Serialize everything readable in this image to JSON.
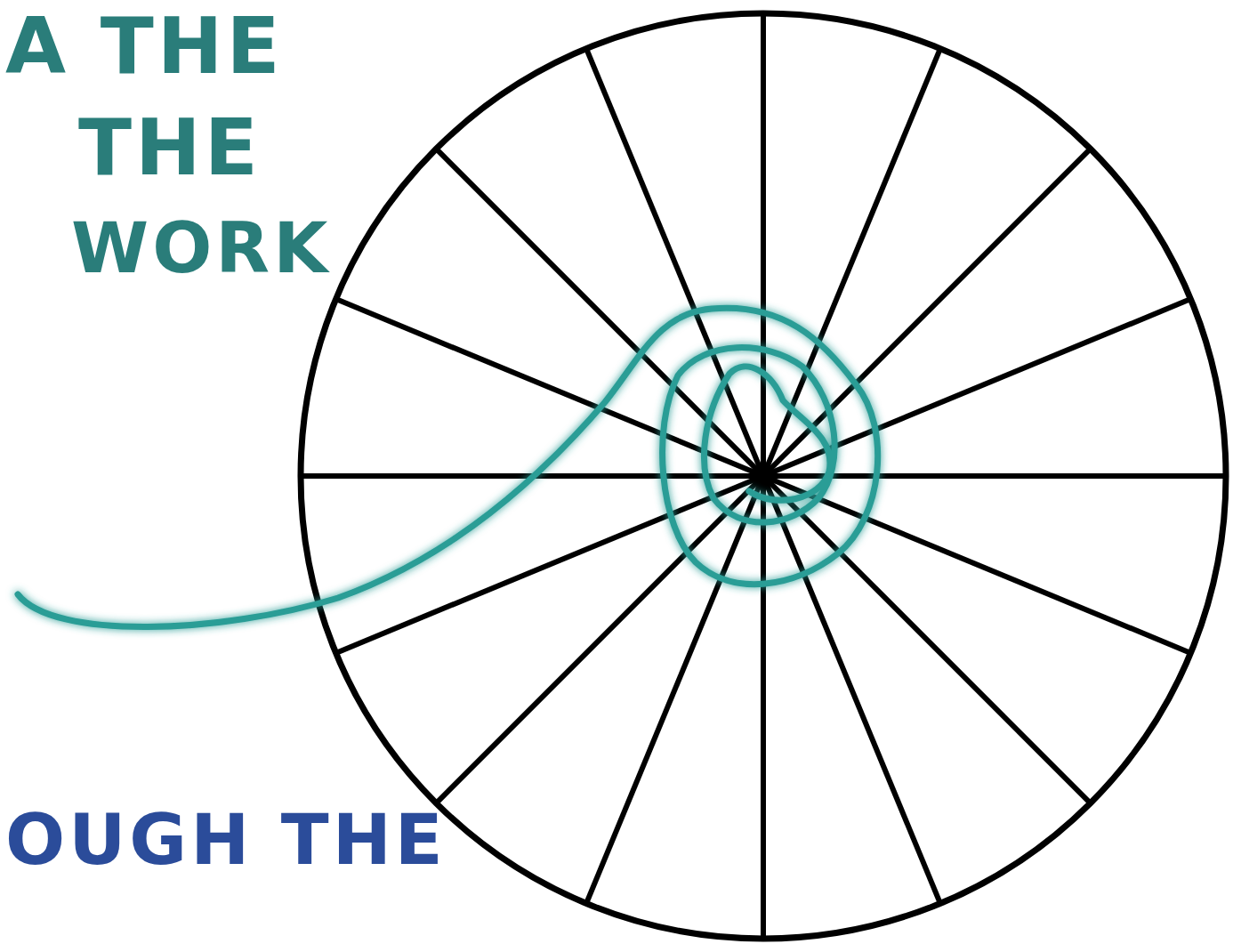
{
  "diagram": {
    "labels": [
      "A THE",
      "THE",
      "WORK",
      "OUGH THE"
    ]
  }
}
